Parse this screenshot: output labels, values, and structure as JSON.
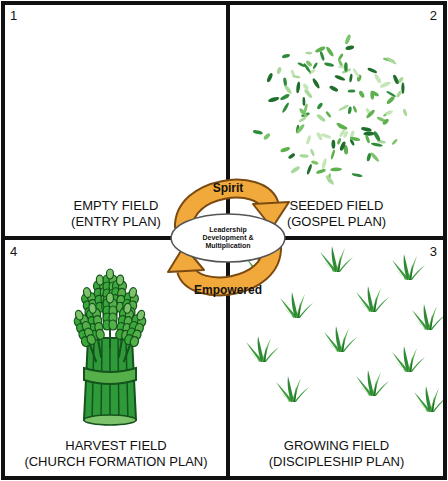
{
  "diagram": {
    "nodes": [
      {
        "text": [
          "EMPTY FIELD",
          "(ENTRY PLAN)"
        ]
      },
      {
        "text": [
          "SEEDED FIELD",
          "(GOSPEL PLAN)"
        ]
      },
      {
        "text": [
          "Leadership Development & Multiplication"
        ]
      },
      {
        "text": [
          "HARVEST FIELD",
          "(CHURCH FORMATION PLAN)"
        ]
      },
      {
        "text": [
          "GROWING FIELD",
          "(DISCIPLESHIP PLAN)"
        ]
      }
    ],
    "labels": [
      "1",
      "2",
      "Spirit",
      "Empowered",
      "4",
      "3"
    ]
  }
}
